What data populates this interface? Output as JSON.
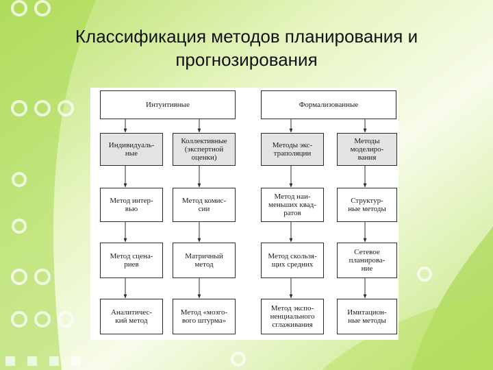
{
  "title": {
    "line1": "Классификация методов планирования и",
    "line2": "прогнозирования"
  },
  "diagram": {
    "top_left": "Интуитивные",
    "top_right": "Формализованные",
    "columns": [
      [
        "Индивидуаль-\nные",
        "Метод интер-\nвью",
        "Метод сцена-\nриев",
        "Аналитичес-\nкий метод"
      ],
      [
        "Коллективные\n(экспертной\nоценки)",
        "Метод комис-\nсии",
        "Матричный\nметод",
        "Метод «мозго-\nвого штурма»"
      ],
      [
        "Методы экс-\nтраполяции",
        "Метод наи-\nменьших квад-\nратов",
        "Метод скользя-\nщих средних",
        "Метод экспо-\nненциального\nсглаживания"
      ],
      [
        "Методы\nмоделиро-\nвания",
        "Структур-\nные методы",
        "Сетевое\nпланирова-\nние",
        "Имитацион-\nные методы"
      ]
    ]
  },
  "colors": {
    "background_green": "#c6e87a",
    "light_green": "#eef8d4",
    "gray_box": "#e3e3e3",
    "line": "#2a2a2a"
  }
}
